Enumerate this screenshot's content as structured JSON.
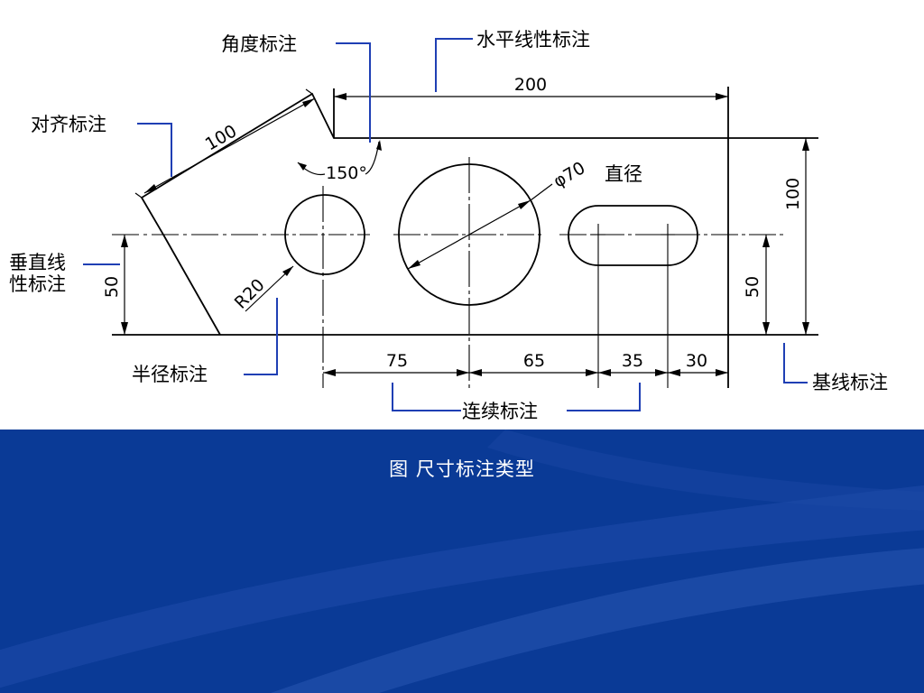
{
  "callouts": {
    "angular": "角度标注",
    "horizontal_linear": "水平线性标注",
    "aligned": "对齐标注",
    "vertical_linear_line1": "垂直线",
    "vertical_linear_line2": "性标注",
    "radius": "半径标注",
    "continued": "连续标注",
    "baseline": "基线标注",
    "diameter": "直径"
  },
  "dimensions": {
    "width_200": "200",
    "aligned_100": "100",
    "angle_150": "150°",
    "diameter_70": "φ70",
    "height_100": "100",
    "vertical_left_50": "50",
    "vertical_right_50": "50",
    "radius_20": "R20",
    "chain_75": "75",
    "chain_65": "65",
    "chain_35": "35",
    "chain_30": "30"
  },
  "caption": "图   尺寸标注类型",
  "colors": {
    "leader_lines": "#1f3fb4",
    "footer_background": "#0a3a96",
    "caption_text": "#ffffff"
  }
}
